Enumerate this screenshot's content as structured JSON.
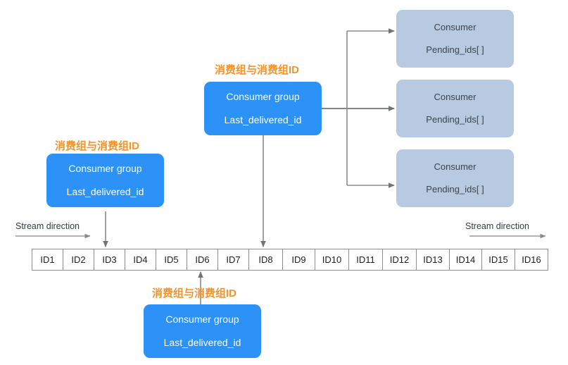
{
  "diagram": {
    "title": "Redis Stream consumer group diagram",
    "colors": {
      "consumer_group_fill": "#2c92f7",
      "consumer_fill": "#b8cae2",
      "annotation_text": "#f5922a",
      "line": "#808080",
      "cell_border": "#8d8d8d"
    }
  },
  "annotations": [
    {
      "id": "anno-left",
      "text": "消费组与消费组ID"
    },
    {
      "id": "anno-center",
      "text": "消费组与消费组ID"
    },
    {
      "id": "anno-bottom",
      "text": "消费组与消费组ID"
    }
  ],
  "consumer_groups": [
    {
      "id": "cg-left",
      "line1": "Consumer group",
      "line2": "Last_delivered_id"
    },
    {
      "id": "cg-center",
      "line1": "Consumer group",
      "line2": "Last_delivered_id"
    },
    {
      "id": "cg-bottom",
      "line1": "Consumer group",
      "line2": "Last_delivered_id"
    }
  ],
  "consumers": [
    {
      "id": "consumer-1",
      "line1": "Consumer",
      "line2": "Pending_ids[ ]"
    },
    {
      "id": "consumer-2",
      "line1": "Consumer",
      "line2": "Pending_ids[ ]"
    },
    {
      "id": "consumer-3",
      "line1": "Consumer",
      "line2": "Pending_ids[ ]"
    }
  ],
  "stream": {
    "left_caption": "Stream direction",
    "right_caption": "Stream direction",
    "cells": [
      "ID1",
      "ID2",
      "ID3",
      "ID4",
      "ID5",
      "ID6",
      "ID7",
      "ID8",
      "ID9",
      "ID10",
      "ID11",
      "ID12",
      "ID13",
      "ID14",
      "ID15",
      "ID16"
    ]
  }
}
